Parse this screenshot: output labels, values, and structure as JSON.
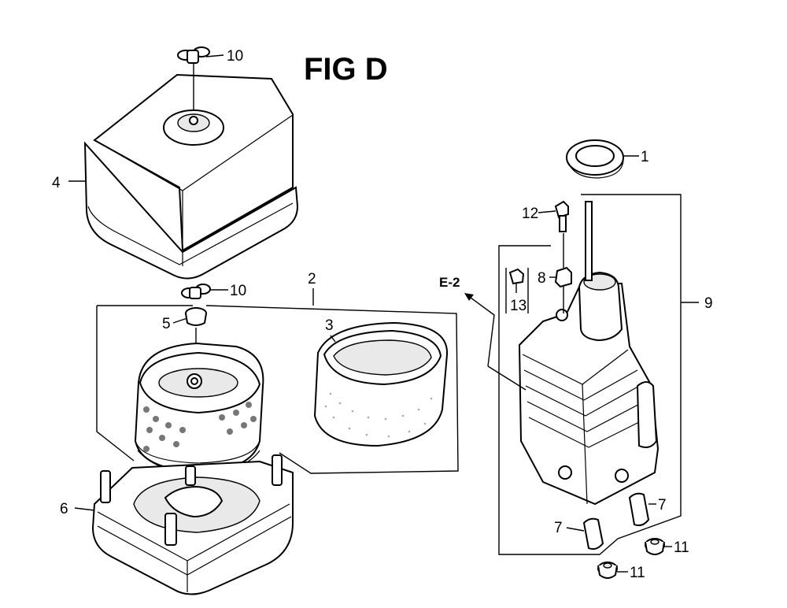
{
  "figure": {
    "title": "FIG D",
    "reference": "E-2"
  },
  "callouts": {
    "c1": "1",
    "c2": "2",
    "c3": "3",
    "c4": "4",
    "c5": "5",
    "c6": "6",
    "c7a": "7",
    "c7b": "7",
    "c8": "8",
    "c9": "9",
    "c10a": "10",
    "c10b": "10",
    "c11a": "11",
    "c11b": "11",
    "c12": "12",
    "c13": "13"
  }
}
